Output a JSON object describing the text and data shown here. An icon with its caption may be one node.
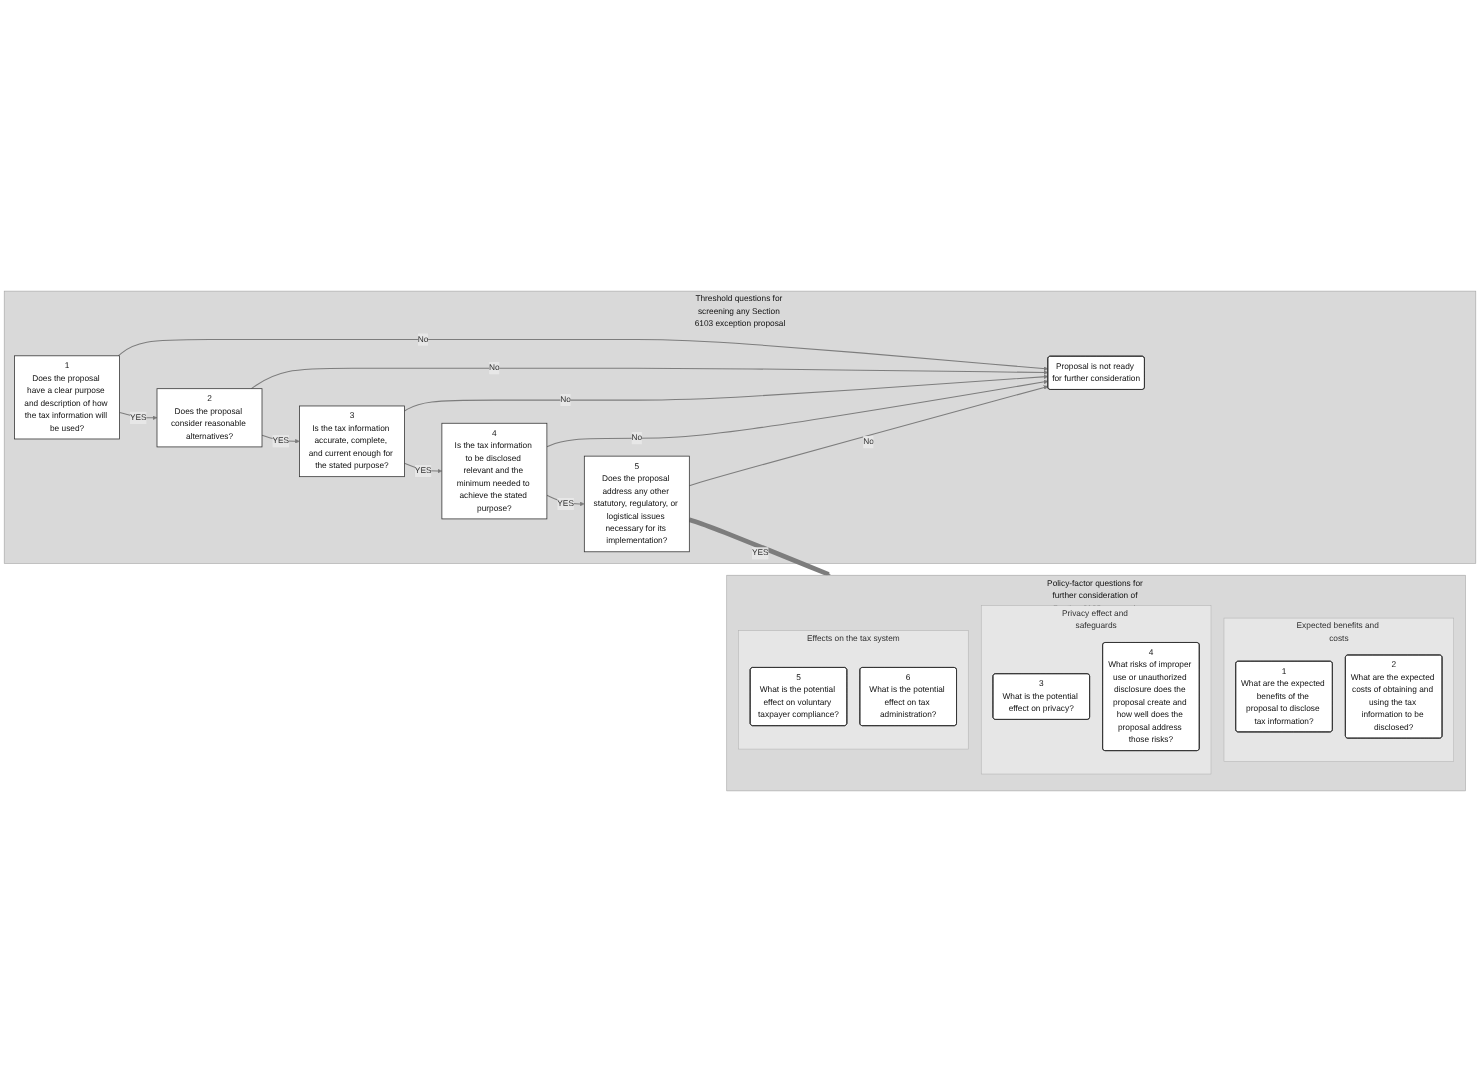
{
  "diagram": {
    "nodes": [
      {
        "text": [
          "Threshold questions for screening any Section 6103 exception proposal"
        ]
      },
      {
        "text": [
          "1",
          "Does the proposal have a clear purpose and description of how the tax information will be used?"
        ],
        "in": 0
      },
      {
        "text": [
          "2",
          "Does the proposal consider reasonable alternatives?"
        ],
        "in": 0
      },
      {
        "text": [
          "3",
          "Is the tax information accurate, complete, and current enough for the stated purpose?"
        ],
        "in": 0
      },
      {
        "text": [
          "4",
          "Is the tax information to be disclosed relevant and the minimum needed to achieve the stated purpose?"
        ],
        "in": 0
      },
      {
        "text": [
          "5",
          "Does the proposal address any other statutory, regulatory, or logistical issues necessary for its implementation?"
        ],
        "in": 0
      },
      {
        "text": [
          "Proposal is not ready for further consideration"
        ],
        "in": 0
      },
      {
        "text": [
          "Policy-factor questions for further consideration of Section 6103 proposals"
        ]
      },
      {
        "text": [
          "Expected benefits and costs"
        ],
        "in": 7
      },
      {
        "text": [
          "1",
          "What are the expected benefits of the proposal to disclose tax information?"
        ],
        "in": 8
      },
      {
        "text": [
          "2",
          "What are the expected costs of obtaining and using the tax information to be disclosed?"
        ],
        "in": 8
      },
      {
        "text": [
          "Privacy effect and safeguards"
        ],
        "in": 7
      },
      {
        "text": [
          "3",
          "What is the potential effect on privacy?"
        ],
        "in": 11
      },
      {
        "text": [
          "4",
          "What risks of improper use or unauthorized disclosure does the proposal create and how well does the proposal address those risks?"
        ],
        "in": 11
      },
      {
        "text": [
          "Effects on the tax system"
        ],
        "in": 7
      },
      {
        "text": [
          "5",
          "What is the potential effect on voluntary taxpayer compliance?"
        ],
        "in": 14
      },
      {
        "text": [
          "6",
          "What is the potential effect on tax administration?"
        ],
        "in": 14
      }
    ],
    "edges": [
      {
        "from": 1,
        "to": 2,
        "arrow": "to",
        "label": "YES"
      },
      {
        "from": 2,
        "to": 3,
        "arrow": "to",
        "label": "YES"
      },
      {
        "from": 3,
        "to": 4,
        "arrow": "to",
        "label": "YES"
      },
      {
        "from": 4,
        "to": 5,
        "arrow": "to",
        "label": "YES"
      },
      {
        "from": 1,
        "to": 6,
        "arrow": "to",
        "label": "No"
      },
      {
        "from": 2,
        "to": 6,
        "arrow": "to",
        "label": "No"
      },
      {
        "from": 3,
        "to": 6,
        "arrow": "to",
        "label": "No"
      },
      {
        "from": 4,
        "to": 6,
        "arrow": "to",
        "label": "No"
      },
      {
        "from": 5,
        "to": 6,
        "arrow": "to",
        "label": "No"
      },
      {
        "from": 5,
        "to": 7,
        "arrow": "to",
        "label": "YES",
        "style": "thick"
      }
    ]
  }
}
